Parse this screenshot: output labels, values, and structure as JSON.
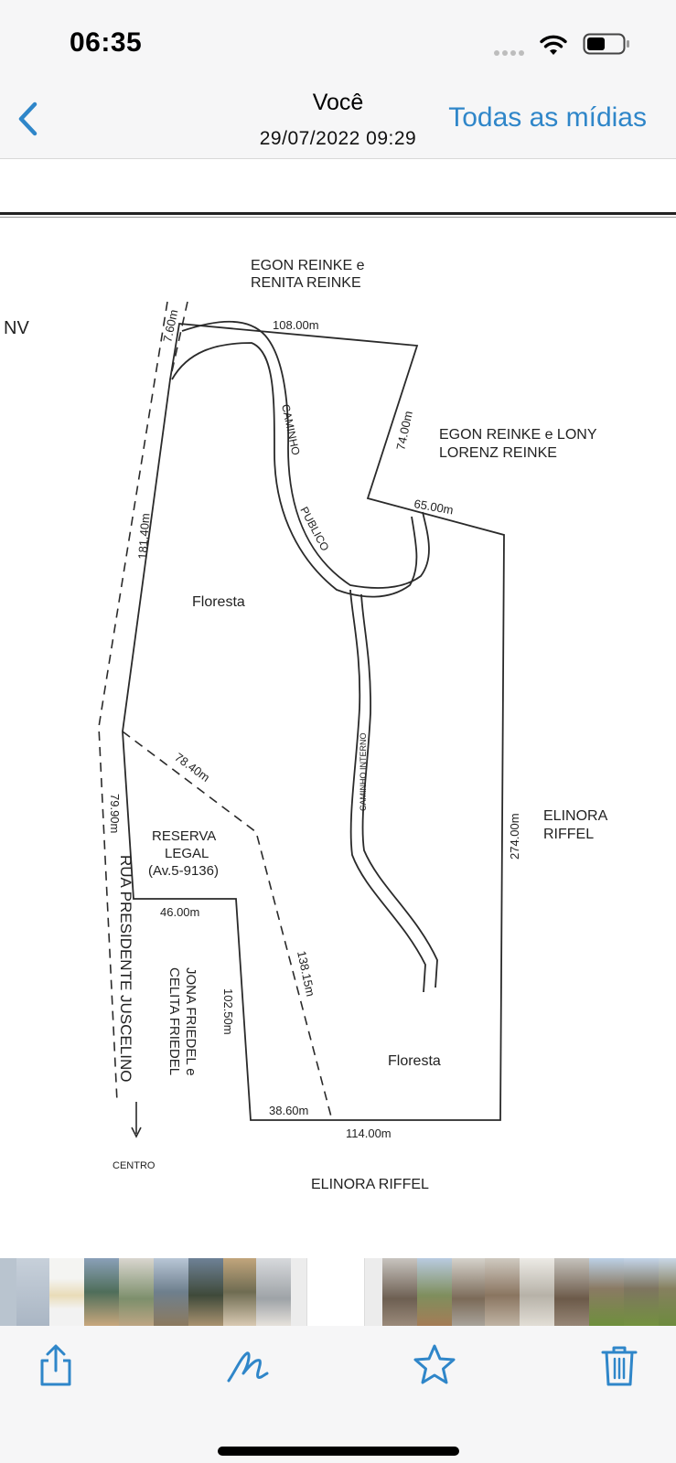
{
  "status": {
    "time": "06:35"
  },
  "nav": {
    "title": "Você",
    "subtitle": "29/07/2022 09:29",
    "all_media": "Todas as mídias"
  },
  "document": {
    "labels": {
      "north_owner": "EGON REINKE e",
      "north_owner_2": "RENITA REINKE",
      "east_owner": "EGON REINKE e LONY",
      "east_owner_2": "LORENZ REINKE",
      "right_owner": "ELINORA",
      "right_owner_2": "RIFFEL",
      "south_owner": "ELINORA RIFFEL",
      "forest_1": "Floresta",
      "forest_2": "Floresta",
      "road_1": "CAMINHO",
      "road_2": "PUBLICO",
      "internal_road": "CAMINHO INTERNO",
      "reserve_1": "RESERVA",
      "reserve_2": "LEGAL",
      "reserve_3": "(Av.5-9136)",
      "street": "RUA PRESIDENTE JUSCELINO",
      "neighbor_1": "JONA FRIEDEL e",
      "neighbor_2": "CELITA FRIEDEL",
      "centro": "CENTRO",
      "edge_fragment": "NV"
    },
    "measures": {
      "m_7_60": "7.60m",
      "m_108": "108.00m",
      "m_74": "74.00m",
      "m_65": "65.00m",
      "m_181_40": "181.40m",
      "m_78_40": "78.40m",
      "m_79_90": "79.90m",
      "m_274": "274.00m",
      "m_46": "46.00m",
      "m_102_50": "102.50m",
      "m_138_15": "138.15m",
      "m_38_60": "38.60m",
      "m_114": "114.00m"
    }
  },
  "toolbar": {
    "share_icon": "share-icon",
    "markup_icon": "markup-icon",
    "favorite_icon": "star-icon",
    "delete_icon": "trash-icon"
  },
  "colors": {
    "accent": "#2f86c9"
  }
}
